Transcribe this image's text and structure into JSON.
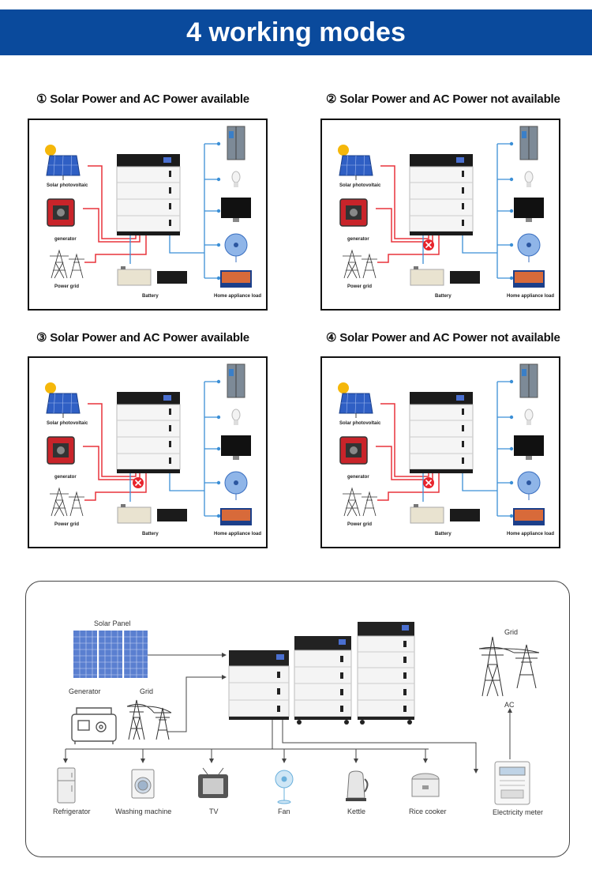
{
  "header": {
    "title": "4 working modes"
  },
  "modes": [
    {
      "number": "①",
      "title": "Solar Power and AC Power available",
      "fault": false
    },
    {
      "number": "②",
      "title": "Solar Power and AC Power not available",
      "fault": true
    },
    {
      "number": "③",
      "title": "Solar Power and AC Power available",
      "fault": true
    },
    {
      "number": "④",
      "title": "Solar Power and AC Power not available",
      "fault": true
    }
  ],
  "panel_labels": {
    "solar": "Solar photovoltaic",
    "generator": "generator",
    "grid": "Power grid",
    "battery": "Battery",
    "load": "Home appliance load"
  },
  "system": {
    "solar_panel": "Solar Panel",
    "generator": "Generator",
    "grid": "Grid",
    "grid_right": "Grid",
    "ac": "AC",
    "loads": [
      "Refrigerator",
      "Washing machine",
      "TV",
      "Fan",
      "Kettle",
      "Rice cooker"
    ],
    "meter": "Electricity meter"
  },
  "colors": {
    "banner": "#0a4a9c",
    "red_line": "#e8343c",
    "blue_line": "#3b8fd6"
  }
}
